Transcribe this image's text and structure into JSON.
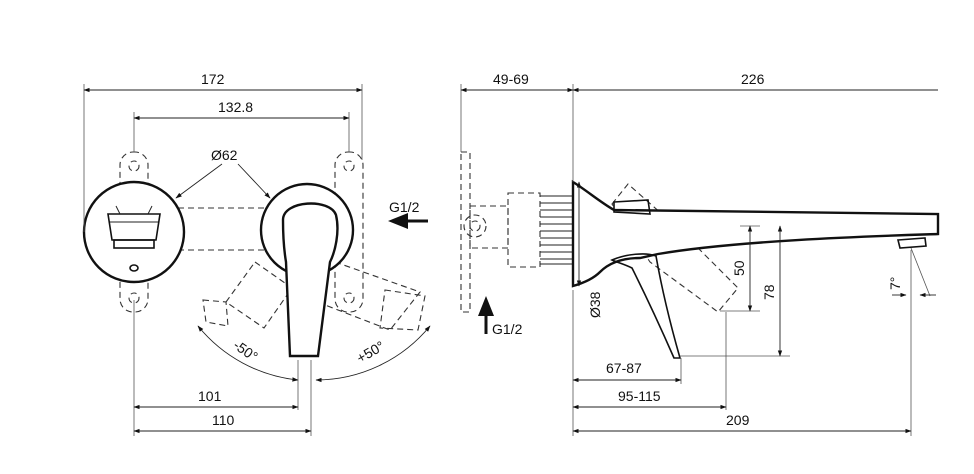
{
  "front_view": {
    "dim_total_width": "172",
    "dim_plate_width": "132.8",
    "dim_rosette_diameter": "Ø62",
    "dim_lever_101": "101",
    "dim_lever_110": "110",
    "angle_left": "-50°",
    "angle_right": "+50°",
    "inlet_label": "G1/2"
  },
  "side_view": {
    "dim_wall_depth": "49-69",
    "dim_spout_length": "226",
    "inlet_label": "G1/2",
    "dim_body_diameter": "Ø38",
    "dim_height_50": "50",
    "dim_height_78": "78",
    "dim_67_87": "67-87",
    "dim_95_115": "95-115",
    "dim_209": "209",
    "angle_outlet": "7°"
  }
}
